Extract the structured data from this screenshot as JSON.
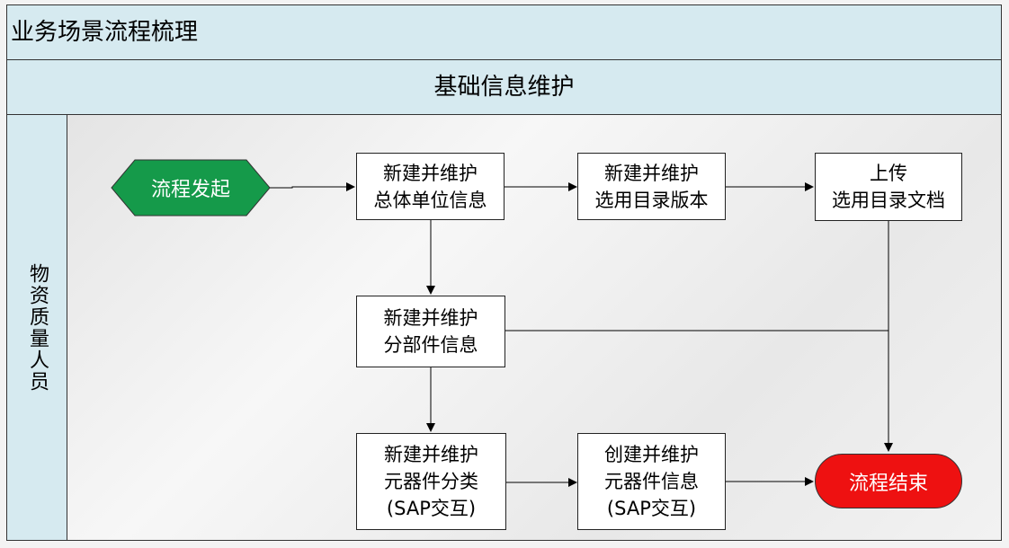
{
  "diagram": {
    "title": "业务场景流程梳理",
    "phase": "基础信息维护",
    "lane": "物资质量人员",
    "nodes": {
      "start": "流程发起",
      "n1": [
        "新建并维护",
        "总体单位信息"
      ],
      "n2": [
        "新建并维护",
        "选用目录版本"
      ],
      "n3": [
        "上传",
        "选用目录文档"
      ],
      "n4": [
        "新建并维护",
        "分部件信息"
      ],
      "n5": [
        "新建并维护",
        "元器件分类",
        "(SAP交互)"
      ],
      "n6": [
        "创建并维护",
        "元器件信息",
        "(SAP交互)"
      ],
      "end": "流程结束"
    },
    "colors": {
      "start": "#159a4a",
      "end": "#ee1111",
      "header": "#d6eaf0"
    }
  }
}
